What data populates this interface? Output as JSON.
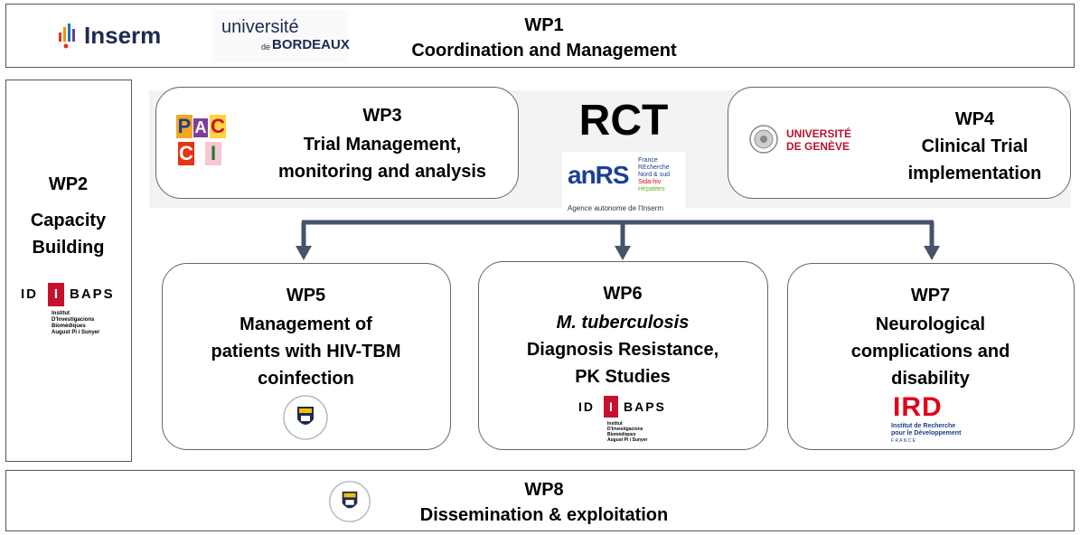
{
  "wp1": {
    "code": "WP1",
    "title": "Coordination and Management"
  },
  "wp2": {
    "code": "WP2",
    "line1": "Capacity",
    "line2": "Building"
  },
  "wp3": {
    "code": "WP3",
    "line1": "Trial Management,",
    "line2": "monitoring and analysis"
  },
  "rct": {
    "label": "RCT"
  },
  "wp4": {
    "code": "WP4",
    "line1": "Clinical Trial",
    "line2": "implementation"
  },
  "wp5": {
    "code": "WP5",
    "line1": "Management of",
    "line2": "patients with HIV-TBM",
    "line3": "coinfection"
  },
  "wp6": {
    "code": "WP6",
    "line1": "M. tuberculosis",
    "line2": "Diagnosis Resistance,",
    "line3": "PK Studies"
  },
  "wp7": {
    "code": "WP7",
    "line1": "Neurological",
    "line2": "complications and",
    "line3": "disability"
  },
  "wp8": {
    "code": "WP8",
    "title": "Dissemination & exploitation"
  },
  "logos": {
    "inserm": "Inserm",
    "ubx_top": "université",
    "ubx_de": "de",
    "ubx_bottom": "BORDEAUX",
    "idibaps_left": "ID",
    "idibaps_i": "I",
    "idibaps_right": "BAPS",
    "idibaps_sub1": "Institut",
    "idibaps_sub2": "D'Investigacions",
    "idibaps_sub3": "Biomèdiques",
    "idibaps_sub4": "August Pi i Sunyer",
    "pacci_1": "P",
    "pacci_2": "A",
    "pacci_3": "C",
    "pacci_4": "C",
    "pacci_5": "I",
    "anrs_main": "anRS",
    "anrs_r1": "France",
    "anrs_r2": "REcherche",
    "anrs_r3": "Nord & sud",
    "anrs_r4": "Sida-hiv",
    "anrs_r5": "Hépatites",
    "anrs_sub": "Agence autonome de l'Inserm",
    "unige_1": "UNIVERSITÉ",
    "unige_2": "DE GENÈVE",
    "ird_main": "IRD",
    "ird_sub1": "Institut de Recherche",
    "ird_sub2": "pour le Développement",
    "ird_sub3": "F R A N C E"
  },
  "colors": {
    "arrow": "#44546a",
    "border": "#555555",
    "inserm_red": "#e63312",
    "ubx_navy": "#1d2a52",
    "idibaps_red": "#c8102e",
    "unige_red": "#b5152b",
    "anrs_blue": "#1c3f94",
    "ird_blue": "#1d3c8f",
    "ird_red": "#e2001a"
  }
}
